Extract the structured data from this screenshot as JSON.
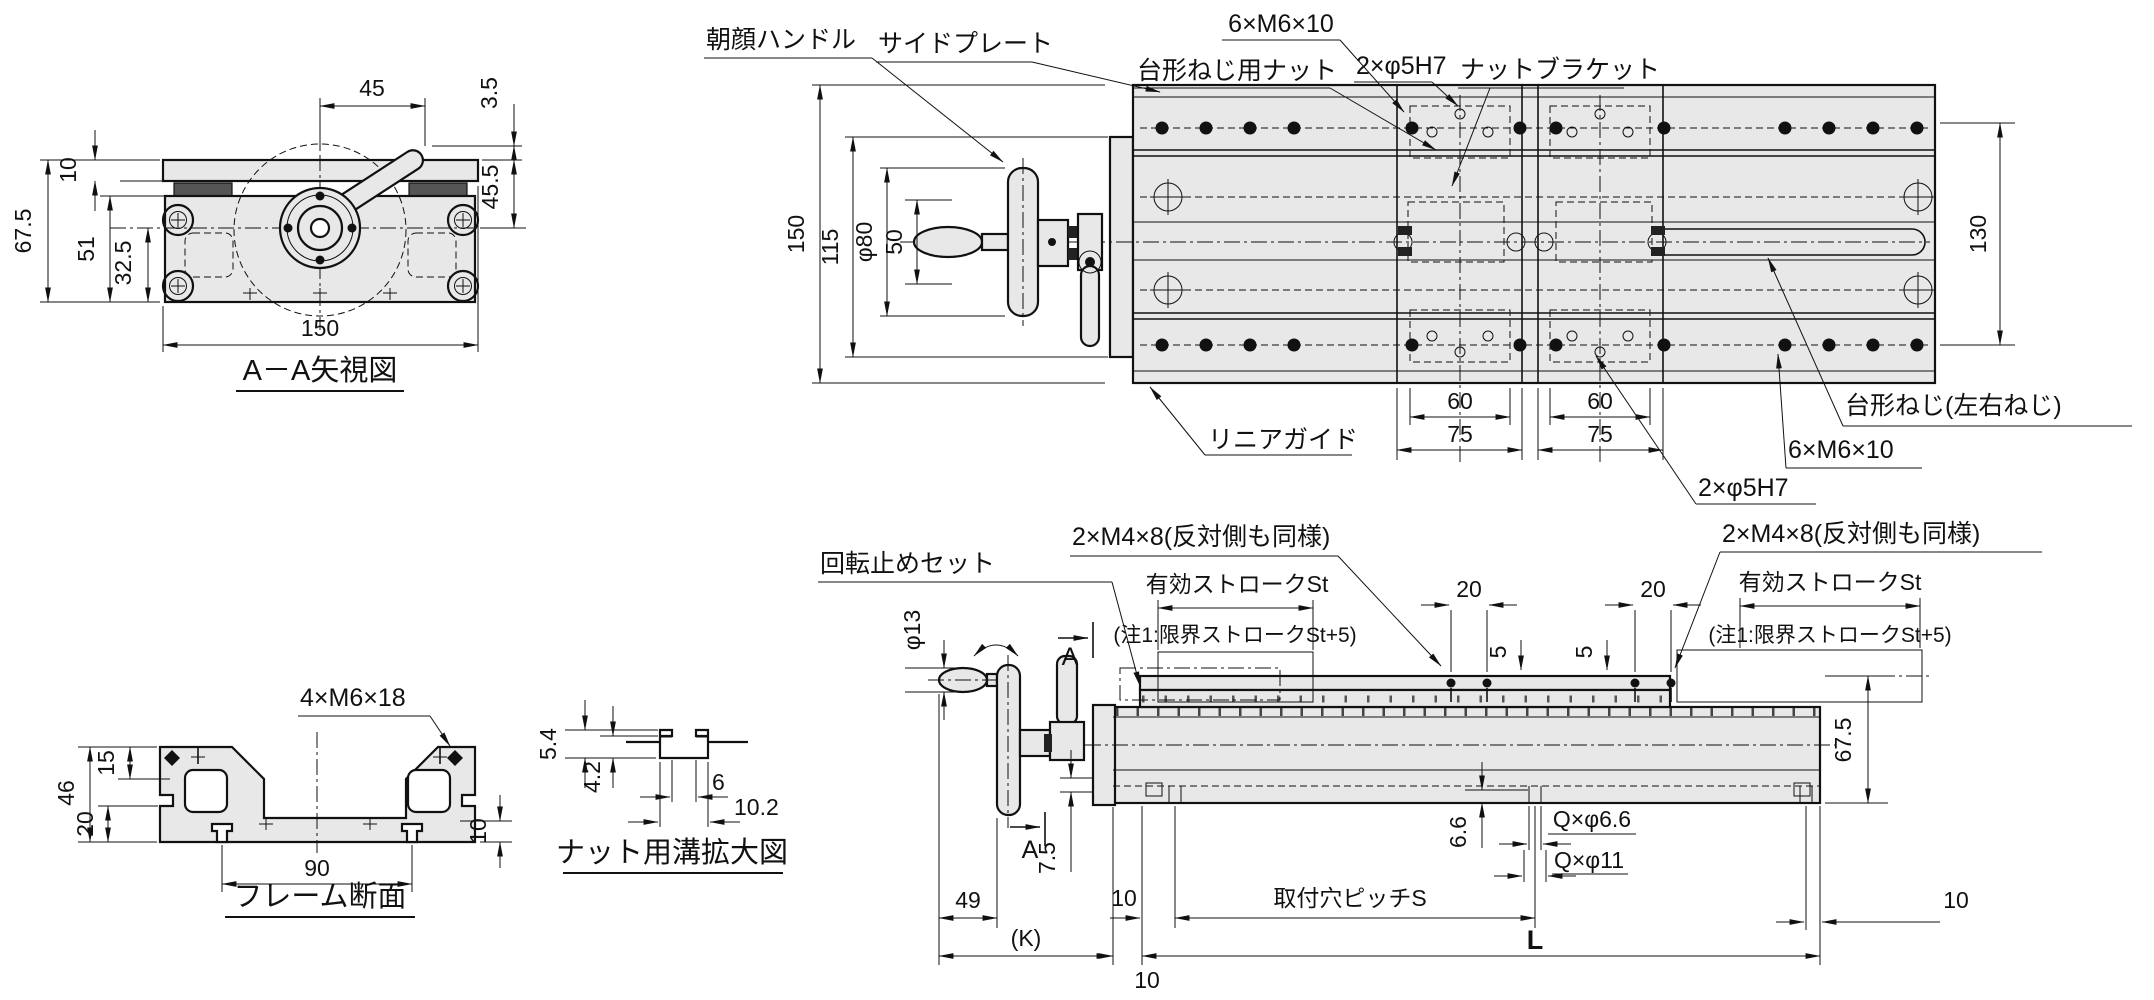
{
  "drawing": {
    "accent_color": "#00aeef",
    "aa": {
      "caption": "A－A矢視図",
      "d45": "45",
      "d3_5": "3.5",
      "d10": "10",
      "d45_5": "45.5",
      "d67_5": "67.5",
      "d51": "51",
      "d32_5": "32.5",
      "d150": "150"
    },
    "top": {
      "asagao": "朝顔ハンドル",
      "side_plate": "サイドプレート",
      "m6_top": "6×M6×10",
      "nut": "台形ねじ用ナット",
      "phi5_top": "2×φ5H7",
      "bracket": "ナットブラケット",
      "linear_guide": "リニアガイド",
      "screw": "台形ねじ(左右ねじ)",
      "m6_bottom": "6×M6×10",
      "phi5_bottom": "2×φ5H7",
      "d150": "150",
      "d115": "115",
      "phi80": "φ80",
      "d50": "50",
      "d130": "130",
      "d60a": "60",
      "d75a": "75",
      "d60b": "60",
      "d75b": "75"
    },
    "frame": {
      "caption": "フレーム断面",
      "m6_18": "4×M6×18",
      "d46": "46",
      "d15": "15",
      "d20": "20",
      "d90": "90",
      "d10": "10"
    },
    "groove": {
      "caption": "ナット用溝拡大図",
      "d5_4": "5.4",
      "d4_2": "4.2",
      "d6": "6",
      "d10_2": "10.2"
    },
    "side": {
      "rot_stop": "回転止めセット",
      "m4_left": "2×M4×8(反対側も同様)",
      "m4_right": "2×M4×8(反対側も同様)",
      "stroke_left": "有効ストロークSt",
      "stroke_right": "有効ストロークSt",
      "note_left": "(注1:限界ストロークSt+5)",
      "note_right": "(注1:限界ストロークSt+5)",
      "pitch": "取付穴ピッチS",
      "q66": "Q×φ6.6",
      "q11": "Q×φ11",
      "phi13": "φ13",
      "d20a": "20",
      "d20b": "20",
      "d5a": "5",
      "d5b": "5",
      "d67_5": "67.5",
      "d6_6": "6.6",
      "d49": "49",
      "d7_5": "7.5",
      "d10a": "10",
      "d10b": "10",
      "d10r": "10",
      "dK": "(K)",
      "dL": "L",
      "a_top": "A",
      "a_bottom": "A"
    }
  }
}
